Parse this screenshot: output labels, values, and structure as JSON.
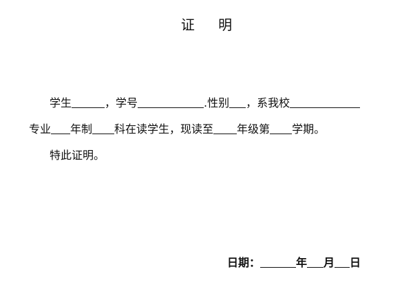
{
  "title": "证 明",
  "paragraph": {
    "l1_p1": "学生",
    "l1_p2": "，学号",
    "l1_p3": ".性别",
    "l1_p4": "，系我校",
    "l2_p1": "专业",
    "l2_p2": "年制",
    "l2_p3": "科在读学生，现读至",
    "l2_p4": "年级第",
    "l2_p5": "学期。",
    "l3": "特此证明。"
  },
  "date": {
    "label": "日期：",
    "year": "年",
    "month": "月",
    "day": "日"
  }
}
